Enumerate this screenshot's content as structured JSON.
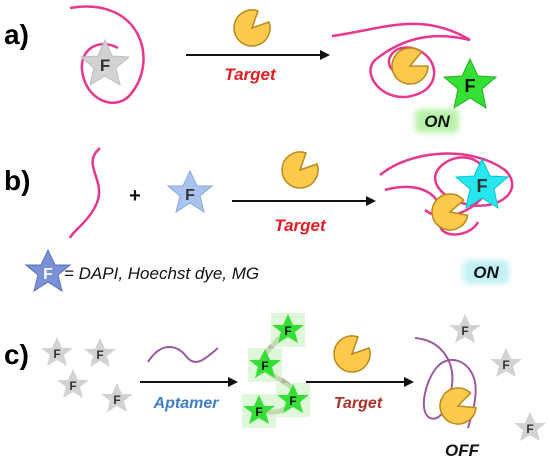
{
  "panels": {
    "a": {
      "label": "a)",
      "arrow_label": "Target",
      "status": "ON"
    },
    "b": {
      "label": "b)",
      "plus": "+",
      "arrow_label": "Target",
      "status": "ON",
      "legend_text": "= DAPI, Hoechst dye, MG"
    },
    "c": {
      "label": "c)",
      "aptamer_label": "Aptamer",
      "arrow_label": "Target",
      "status": "OFF"
    }
  },
  "star_letter": "F",
  "colors": {
    "strand_pink": "#e8378f",
    "strand_purple": "#9b5aa0",
    "target_yellow": "#ffc94d",
    "target_outline": "#b88a1c",
    "target_label": "#e81c24",
    "target_label_c": "#a8322a",
    "aptamer_label": "#3d7ecb",
    "star_gray": "#d2d2d2",
    "star_green": "#33e033",
    "star_cyan": "#26e6ee",
    "star_blue": "#a8c4ee",
    "on_glow_green": "#b8f2a8",
    "on_glow_cyan": "#bff0f5"
  }
}
